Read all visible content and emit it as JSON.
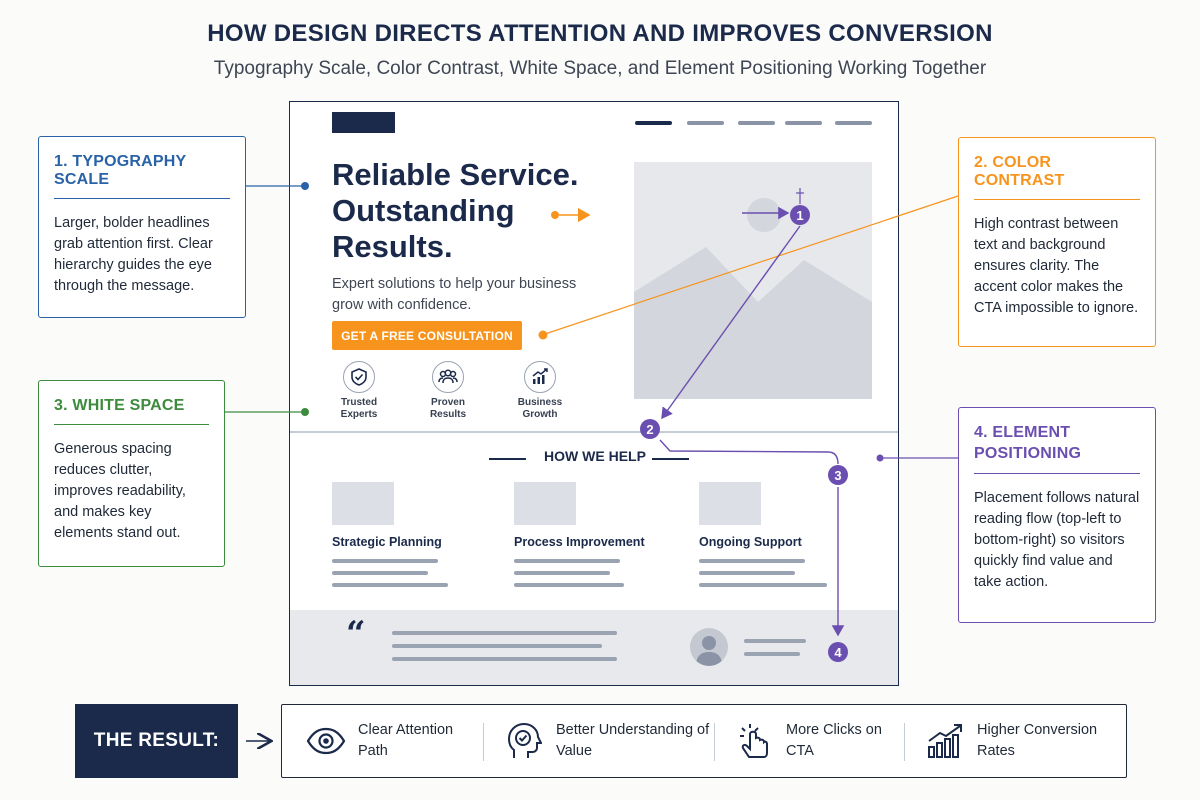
{
  "title": "HOW DESIGN DIRECTS ATTENTION AND IMPROVES CONVERSION",
  "subtitle": "Typography Scale, Color Contrast, White Space, and Element Positioning Working Together",
  "callouts": {
    "typography": {
      "title": "1. TYPOGRAPHY SCALE",
      "body": "Larger, bolder headlines grab attention first. Clear hierarchy guides the eye through the message.",
      "color": "#2a62a8"
    },
    "contrast": {
      "title": "2. COLOR CONTRAST",
      "body": "High contrast between text and background ensures clarity. The accent color makes the CTA impossible to ignore.",
      "color": "#f7941d"
    },
    "whitespace": {
      "title": "3. WHITE SPACE",
      "body": "Generous spacing reduces clutter, improves readability, and makes key elements stand out.",
      "color": "#3d8b3d"
    },
    "positioning": {
      "title": "4. ELEMENT POSITIONING",
      "body": "Placement follows natural reading flow (top-left to bottom-right) so visitors quickly find value and take action.",
      "color": "#6b4fb0"
    }
  },
  "mockup": {
    "headline": "Reliable Service. Outstanding Results.",
    "subhead": "Expert solutions to help your business grow with confidence.",
    "cta": "GET A FREE CONSULTATION",
    "badges": [
      {
        "label": "Trusted Experts",
        "icon": "shield-check-icon"
      },
      {
        "label": "Proven Results",
        "icon": "people-icon"
      },
      {
        "label": "Business Growth",
        "icon": "growth-chart-icon"
      }
    ],
    "section_title": "HOW WE HELP",
    "services": [
      "Strategic Planning",
      "Process Improvement",
      "Ongoing Support"
    ],
    "quote_mark": "“",
    "flow_steps": [
      "1",
      "2",
      "3",
      "4"
    ]
  },
  "result": {
    "label": "THE RESULT:",
    "items": [
      {
        "text": "Clear Attention Path",
        "icon": "eye-icon"
      },
      {
        "text": "Better Understanding of Value",
        "icon": "head-check-icon"
      },
      {
        "text": "More Clicks on CTA",
        "icon": "click-icon"
      },
      {
        "text": "Higher Conversion Rates",
        "icon": "bar-growth-icon"
      }
    ]
  },
  "colors": {
    "navy": "#1b2a4a",
    "accent": "#f7941d",
    "blue": "#2a62a8",
    "green": "#3d8b3d",
    "purple": "#6b4fb0"
  }
}
